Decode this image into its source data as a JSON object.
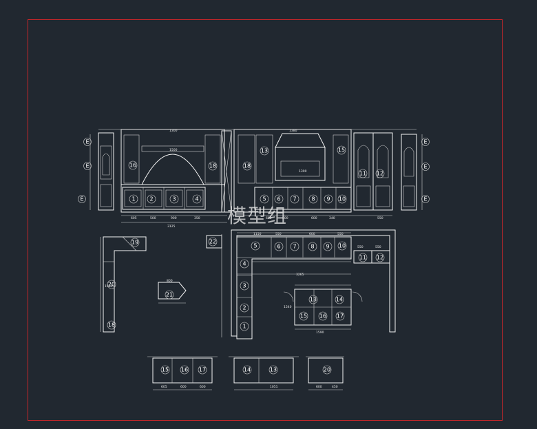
{
  "watermark": "模型组",
  "colors": {
    "background": "#212830",
    "border": "#c8262a",
    "lines": "#f4f4f4"
  },
  "elevation": {
    "left_tags": [
      "E",
      "E",
      "E"
    ],
    "right_tags": [
      "E",
      "E",
      "E"
    ],
    "cabinet_tags": [
      "1",
      "2",
      "3",
      "4",
      "5",
      "6",
      "7",
      "8",
      "9",
      "10",
      "11",
      "12",
      "13",
      "18",
      "16",
      "18",
      "15"
    ],
    "overall_width_dim": "3125",
    "top_dims": [
      "1300",
      "1500",
      "1300",
      "1380"
    ],
    "bottom_dims": [
      "605",
      "500",
      "900",
      "350",
      "605",
      "500",
      "600",
      "340",
      "550"
    ]
  },
  "plan": {
    "tags": [
      "5",
      "6",
      "7",
      "8",
      "9",
      "10",
      "11",
      "12",
      "4",
      "3",
      "2",
      "1",
      "13",
      "14",
      "15",
      "16",
      "17",
      "18",
      "19",
      "20",
      "21",
      "22"
    ],
    "dims": [
      "1150",
      "550",
      "600",
      "550",
      "3265",
      "1540",
      "550",
      "550",
      "1590",
      "800",
      "1590"
    ]
  },
  "bottom_elevations": {
    "tags": [
      "15",
      "16",
      "17",
      "14",
      "13",
      "20"
    ],
    "dims": [
      "605",
      "600",
      "600",
      "1051",
      "600",
      "450"
    ]
  }
}
